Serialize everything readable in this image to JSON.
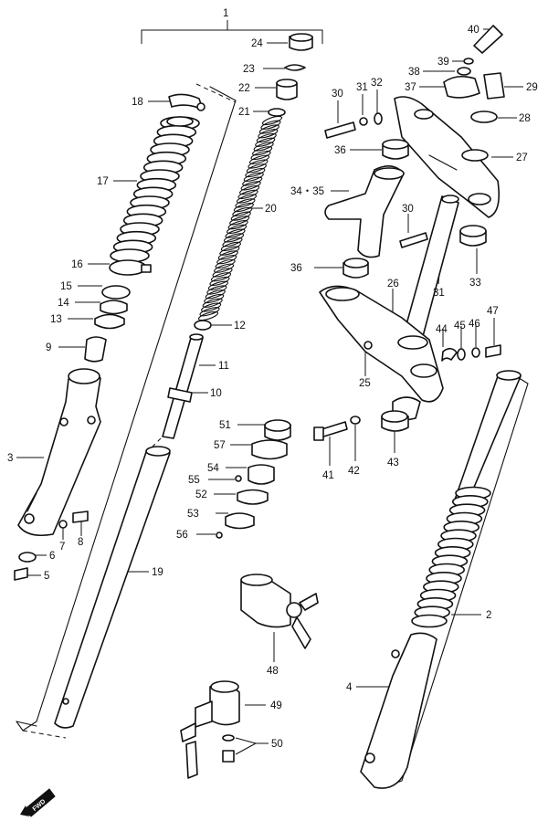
{
  "labels": [
    {
      "id": "1",
      "text": "1"
    },
    {
      "id": "2",
      "text": "2"
    },
    {
      "id": "3",
      "text": "3"
    },
    {
      "id": "4",
      "text": "4"
    },
    {
      "id": "5",
      "text": "5"
    },
    {
      "id": "6",
      "text": "6"
    },
    {
      "id": "7",
      "text": "7"
    },
    {
      "id": "8",
      "text": "8"
    },
    {
      "id": "9",
      "text": "9"
    },
    {
      "id": "10",
      "text": "10"
    },
    {
      "id": "11",
      "text": "11"
    },
    {
      "id": "12",
      "text": "12"
    },
    {
      "id": "13",
      "text": "13"
    },
    {
      "id": "14",
      "text": "14"
    },
    {
      "id": "15",
      "text": "15"
    },
    {
      "id": "16",
      "text": "16"
    },
    {
      "id": "17",
      "text": "17"
    },
    {
      "id": "18",
      "text": "18"
    },
    {
      "id": "19",
      "text": "19"
    },
    {
      "id": "20",
      "text": "20"
    },
    {
      "id": "21",
      "text": "21"
    },
    {
      "id": "22",
      "text": "22"
    },
    {
      "id": "23",
      "text": "23"
    },
    {
      "id": "24",
      "text": "24"
    },
    {
      "id": "25",
      "text": "25"
    },
    {
      "id": "26",
      "text": "26"
    },
    {
      "id": "27",
      "text": "27"
    },
    {
      "id": "28",
      "text": "28"
    },
    {
      "id": "29",
      "text": "29"
    },
    {
      "id": "30a",
      "text": "30"
    },
    {
      "id": "30b",
      "text": "30"
    },
    {
      "id": "31a",
      "text": "31"
    },
    {
      "id": "31b",
      "text": "31"
    },
    {
      "id": "32",
      "text": "32"
    },
    {
      "id": "33",
      "text": "33"
    },
    {
      "id": "3435",
      "text": "34・35"
    },
    {
      "id": "36a",
      "text": "36"
    },
    {
      "id": "36b",
      "text": "36"
    },
    {
      "id": "37",
      "text": "37"
    },
    {
      "id": "38",
      "text": "38"
    },
    {
      "id": "39",
      "text": "39"
    },
    {
      "id": "40",
      "text": "40"
    },
    {
      "id": "41",
      "text": "41"
    },
    {
      "id": "42",
      "text": "42"
    },
    {
      "id": "43",
      "text": "43"
    },
    {
      "id": "44",
      "text": "44"
    },
    {
      "id": "45",
      "text": "45"
    },
    {
      "id": "46",
      "text": "46"
    },
    {
      "id": "47",
      "text": "47"
    },
    {
      "id": "48",
      "text": "48"
    },
    {
      "id": "49",
      "text": "49"
    },
    {
      "id": "50",
      "text": "50"
    },
    {
      "id": "51",
      "text": "51"
    },
    {
      "id": "52",
      "text": "52"
    },
    {
      "id": "53",
      "text": "53"
    },
    {
      "id": "54",
      "text": "54"
    },
    {
      "id": "55",
      "text": "55"
    },
    {
      "id": "56",
      "text": "56"
    },
    {
      "id": "57",
      "text": "57"
    }
  ],
  "direction_badge": "FWD"
}
